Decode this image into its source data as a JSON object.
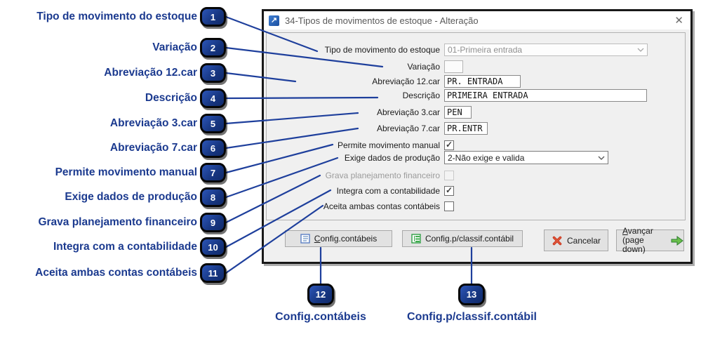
{
  "annotations": {
    "accent_color": "#1b3a8f",
    "line_color": "#1e3f9c",
    "badge_fill": "#16357f",
    "items": [
      {
        "num": "1",
        "label": "Tipo de movimento do estoque"
      },
      {
        "num": "2",
        "label": "Variação"
      },
      {
        "num": "3",
        "label": "Abreviação 12.car"
      },
      {
        "num": "4",
        "label": "Descrição"
      },
      {
        "num": "5",
        "label": "Abreviação 3.car"
      },
      {
        "num": "6",
        "label": "Abreviação 7.car"
      },
      {
        "num": "7",
        "label": "Permite movimento manual"
      },
      {
        "num": "8",
        "label": "Exige dados de produção"
      },
      {
        "num": "9",
        "label": "Grava planejamento financeiro"
      },
      {
        "num": "10",
        "label": "Integra com a contabilidade"
      },
      {
        "num": "11",
        "label": "Aceita ambas contas contábeis"
      }
    ],
    "bottom_items": [
      {
        "num": "12",
        "label": "Config.contábeis"
      },
      {
        "num": "13",
        "label": "Config.p/classif.contábil"
      }
    ]
  },
  "dialog": {
    "title": "34-Tipos de movimentos de estoque - Alteração",
    "app_icon_glyph": "↗",
    "close_glyph": "✕",
    "fields": {
      "tipo": {
        "label": "Tipo de movimento do estoque",
        "value": "01-Primeira entrada"
      },
      "variacao": {
        "label": "Variação",
        "value": ""
      },
      "abrev12": {
        "label": "Abreviação 12.car",
        "value": "PR. ENTRADA"
      },
      "descricao": {
        "label": "Descrição",
        "value": "PRIMEIRA ENTRADA"
      },
      "abrev3": {
        "label": "Abreviação 3.car",
        "value": "PEN"
      },
      "abrev7": {
        "label": "Abreviação 7.car",
        "value": "PR.ENTR"
      },
      "permite": {
        "label": "Permite movimento manual",
        "mark": "✓"
      },
      "exige": {
        "label": "Exige dados de produção",
        "value": "2-Não exige e valida"
      },
      "grava": {
        "label": "Grava planejamento financeiro",
        "mark": ""
      },
      "integra": {
        "label": "Integra com a contabilidade",
        "mark": "✓"
      },
      "aceita": {
        "label": "Aceita ambas contas contábeis",
        "mark": ""
      }
    },
    "buttons": {
      "config_contabeis": {
        "pre": "",
        "key": "C",
        "post": "onfig.contábeis"
      },
      "config_classif": {
        "pre": "Confi",
        "key": "g",
        "post": ".p/classif.contábil"
      },
      "cancel": {
        "label": "Cancelar"
      },
      "next": {
        "key": "A",
        "post": "vançar",
        "line2": "(page down)"
      }
    }
  }
}
